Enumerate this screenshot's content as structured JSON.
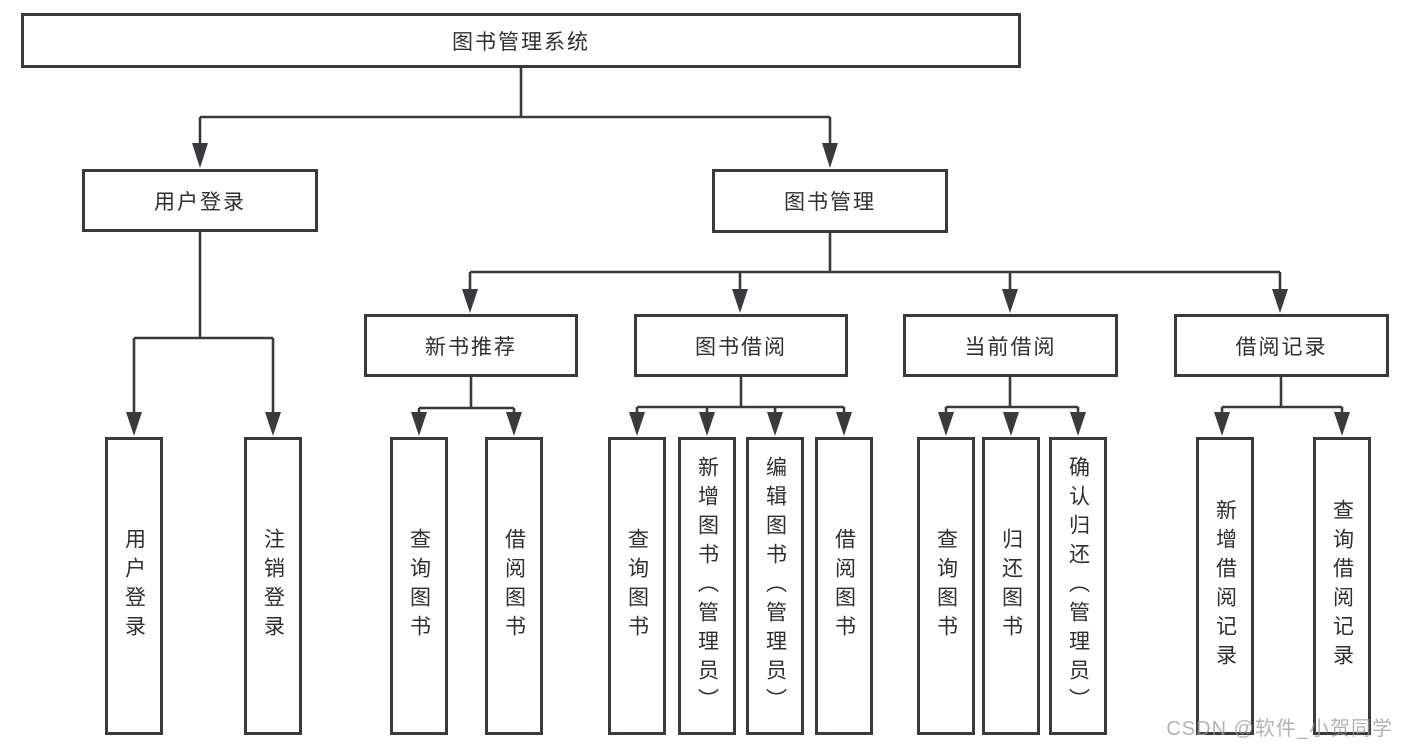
{
  "diagram": {
    "root": "图书管理系统",
    "level2": [
      "用户登录",
      "图书管理"
    ],
    "level3": [
      "新书推荐",
      "图书借阅",
      "当前借阅",
      "借阅记录"
    ],
    "leaves": [
      "用户登录",
      "注销登录",
      "查询图书",
      "借阅图书",
      "查询图书",
      "新增图书（管理员）",
      "编辑图书（管理员）",
      "借阅图书",
      "查询图书",
      "归还图书",
      "确认归还（管理员）",
      "新增借阅记录",
      "查询借阅记录"
    ],
    "watermark": "CSDN @软件_小贺同学",
    "colors": {
      "line": "#3a3a3e",
      "text": "#2f2f33",
      "watermark": "#9a9a9a",
      "background": "#ffffff"
    }
  }
}
